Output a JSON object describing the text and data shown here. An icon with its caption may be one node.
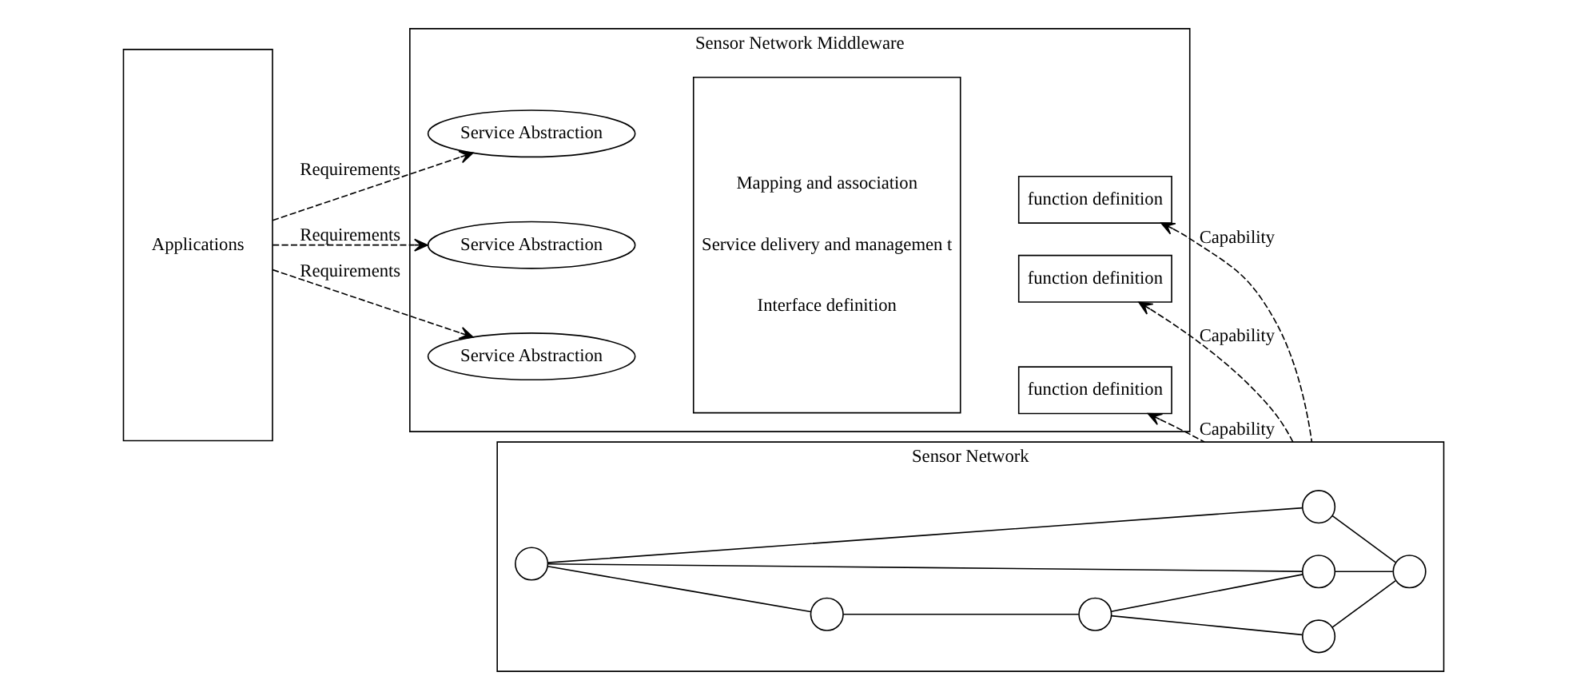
{
  "diagram": {
    "nodes": [
      {
        "text": [
          "Applications"
        ]
      },
      {
        "text": [
          "Sensor Network Middleware"
        ]
      },
      {
        "text": [
          "Service Abstraction"
        ],
        "in": 1
      },
      {
        "text": [
          "Service Abstraction"
        ],
        "in": 1
      },
      {
        "text": [
          "Service Abstraction"
        ],
        "in": 1
      },
      {
        "text": [
          "Mapping and association",
          "Service delivery and managemen t",
          "Interface definition"
        ],
        "in": 1
      },
      {
        "text": [
          "function definition"
        ],
        "in": 1
      },
      {
        "text": [
          "function definition"
        ],
        "in": 1
      },
      {
        "text": [
          "function definition"
        ],
        "in": 1
      },
      {
        "text": [
          "Sensor Network"
        ]
      },
      {
        "text": [],
        "shape": "circle",
        "in": 9
      },
      {
        "text": [],
        "shape": "circle",
        "in": 9
      },
      {
        "text": [],
        "shape": "circle",
        "in": 9
      },
      {
        "text": [],
        "shape": "circle",
        "in": 9
      },
      {
        "text": [],
        "shape": "circle",
        "in": 9
      },
      {
        "text": [],
        "shape": "circle",
        "in": 9
      },
      {
        "text": [],
        "shape": "circle",
        "in": 9
      }
    ],
    "edges": [
      {
        "from": 0,
        "to": 2,
        "arrow": "to",
        "label": "Requirements",
        "style": "dashed"
      },
      {
        "from": 0,
        "to": 3,
        "arrow": "to",
        "label": "Requirements",
        "style": "dashed"
      },
      {
        "from": 0,
        "to": 4,
        "arrow": "to",
        "label": "Requirements",
        "style": "dashed"
      },
      {
        "from": 9,
        "to": 6,
        "arrow": "to",
        "label": "Capability",
        "style": "dashed"
      },
      {
        "from": 9,
        "to": 7,
        "arrow": "to",
        "label": "Capability",
        "style": "dashed"
      },
      {
        "from": 9,
        "to": 8,
        "arrow": "to",
        "label": "Capability",
        "style": "dashed"
      },
      {
        "from": 11,
        "to": 10,
        "arrow": "none"
      },
      {
        "from": 10,
        "to": 12,
        "arrow": "none"
      },
      {
        "from": 11,
        "to": 13,
        "arrow": "none"
      },
      {
        "from": 11,
        "to": 14,
        "arrow": "none"
      },
      {
        "from": 12,
        "to": 14,
        "arrow": "none"
      },
      {
        "from": 12,
        "to": 15,
        "arrow": "none"
      },
      {
        "from": 13,
        "to": 16,
        "arrow": "none"
      },
      {
        "from": 14,
        "to": 16,
        "arrow": "none"
      },
      {
        "from": 15,
        "to": 16,
        "arrow": "none"
      }
    ]
  }
}
